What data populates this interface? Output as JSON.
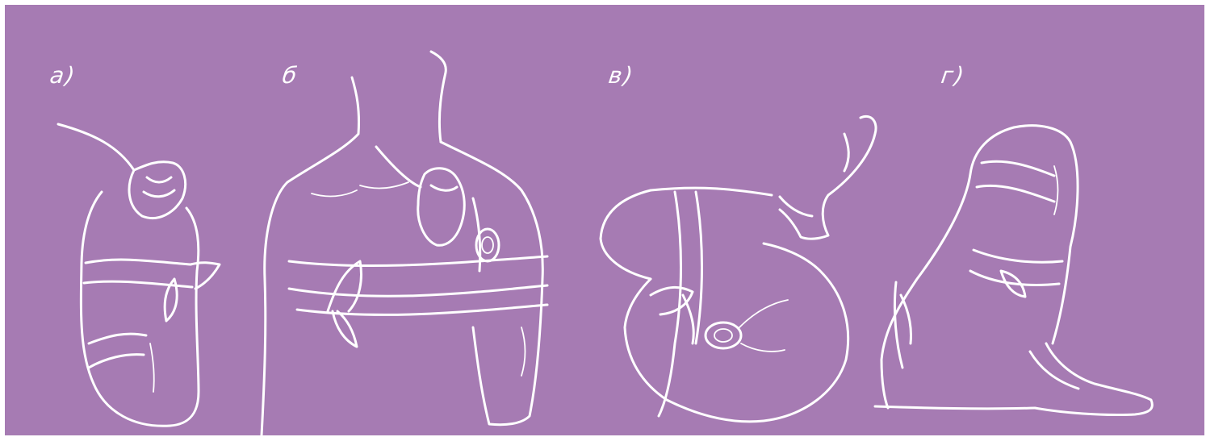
{
  "colors": {
    "background": "#a67bb3",
    "ink": "#ffffff",
    "border": "#ffffff"
  },
  "panels": [
    {
      "label": "а)",
      "depicts": "bandage-on-elbow"
    },
    {
      "label": "б",
      "depicts": "bandage-on-shoulder-and-chest"
    },
    {
      "label": "в)",
      "depicts": "bandage-on-hip"
    },
    {
      "label": "г)",
      "depicts": "bandage-on-knee"
    }
  ]
}
